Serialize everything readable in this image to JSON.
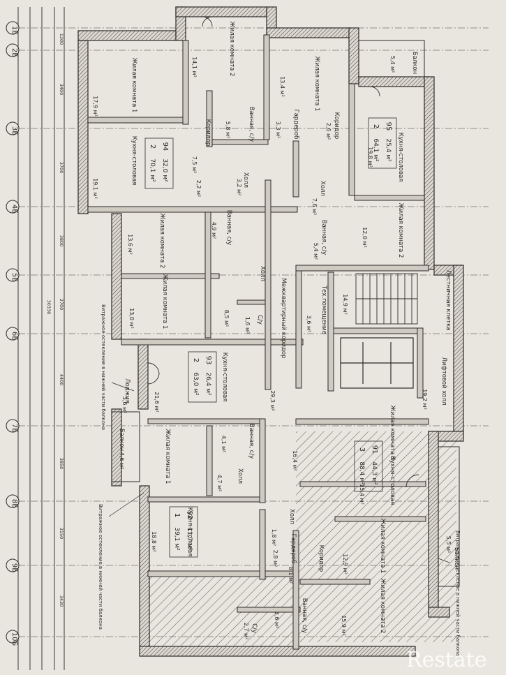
{
  "axes": [
    {
      "id": "ax-1b",
      "label": "1Б"
    },
    {
      "id": "ax-2b",
      "label": "2Б"
    },
    {
      "id": "ax-3b",
      "label": "3Б"
    },
    {
      "id": "ax-4b",
      "label": "4Б"
    },
    {
      "id": "ax-5b",
      "label": "5Б"
    },
    {
      "id": "ax-6b",
      "label": "6Б"
    },
    {
      "id": "ax-7b",
      "label": "7Б"
    },
    {
      "id": "ax-8b",
      "label": "8Б"
    },
    {
      "id": "ax-9b",
      "label": "9Б"
    },
    {
      "id": "ax-10b",
      "label": "10Б"
    }
  ],
  "dimensions": {
    "segments": [
      "1200",
      "3400",
      "3700",
      "3800",
      "2700",
      "4400",
      "3850",
      "3150",
      "3430"
    ],
    "overall": "30330"
  },
  "apartments": [
    {
      "id": "apt-95",
      "number": "95",
      "rooms": "2",
      "living": "25,4 м²",
      "total": "64,1 м²"
    },
    {
      "id": "apt-94",
      "number": "94",
      "rooms": "2",
      "living": "32,0 м²",
      "total": "70,1 м²"
    },
    {
      "id": "apt-93",
      "number": "93",
      "rooms": "2",
      "living": "26,4 м²",
      "total": "63,0 м²"
    },
    {
      "id": "apt-91",
      "number": "91",
      "rooms": "3",
      "living": "44,3 м²",
      "total": "88,4 м²"
    },
    {
      "id": "apt-92",
      "number": "92",
      "rooms": "1",
      "living": "11,7 м²",
      "total": "39,1 м²"
    }
  ],
  "rooms": [
    {
      "id": "r1",
      "label": "Балкон",
      "area": "5,4 м²"
    },
    {
      "id": "r2",
      "label": "Кухня-столовая",
      "area": "19,8 м²"
    },
    {
      "id": "r3",
      "label": "Жилая комната 1",
      "area": "13,4 м²"
    },
    {
      "id": "r4",
      "label": "Жилая комната 2",
      "area": "12,0 м²"
    },
    {
      "id": "r5",
      "label": "Коридор",
      "area": "2,6 м²"
    },
    {
      "id": "r6",
      "label": "Гардероб",
      "area": "3,3 м²"
    },
    {
      "id": "r7",
      "label": "Холл",
      "area": "7,6 м²"
    },
    {
      "id": "r8",
      "label": "Ванная, с/у",
      "area": "5,4 м²"
    },
    {
      "id": "r9",
      "label": "Жилая комната 1",
      "area": "17,9 м²"
    },
    {
      "id": "r10",
      "label": "Жилая комната 2",
      "area": "14,1 м²"
    },
    {
      "id": "r11",
      "label": "Кухня-столовая",
      "area": "19,1 м²"
    },
    {
      "id": "r12",
      "label": "Ванная, с/у",
      "area": "5,8 м²"
    },
    {
      "id": "r13",
      "label": "Коридор",
      "area": "7,5 м²"
    },
    {
      "id": "r14",
      "label": "Холл",
      "area": "3,2 м²"
    },
    {
      "id": "r15",
      "label": "",
      "area": "2,2 м²"
    },
    {
      "id": "r16",
      "label": "Жилая комната 2",
      "area": "13,6 м²"
    },
    {
      "id": "r17",
      "label": "Ванная, с/у",
      "area": "4,9 м²"
    },
    {
      "id": "r18",
      "label": "Жилая комната 1",
      "area": "13,0 м²"
    },
    {
      "id": "r19",
      "label": "Холл",
      "area": "8,5 м²"
    },
    {
      "id": "r20",
      "label": "С/у",
      "area": "1,6 м²"
    },
    {
      "id": "r21",
      "label": "Кухня-столовая",
      "area": "21,6 м²"
    },
    {
      "id": "r22",
      "label": "Лоджия",
      "area": "3,6 м²"
    },
    {
      "id": "r23",
      "label": "Межквартирный коридор",
      "area": "29,3 м²"
    },
    {
      "id": "r24",
      "label": "Тех.помещение",
      "area": "3,6 м²"
    },
    {
      "id": "r25",
      "label": "Лестничная клетка",
      "area": "14,9 м²"
    },
    {
      "id": "r26",
      "label": "Лифтовой холл",
      "area": "19,2 м²"
    },
    {
      "id": "r27",
      "label": "Балкон",
      "area": "4,6 м²"
    },
    {
      "id": "r28",
      "label": "Жилая комната 1",
      "area": ""
    },
    {
      "id": "r29",
      "label": "Ванная, с/у",
      "area": "4,1 м²"
    },
    {
      "id": "r30",
      "label": "Холл",
      "area": "4,7 м²"
    },
    {
      "id": "r31",
      "label": "Кухня-столовая",
      "area": "18,8 м²"
    },
    {
      "id": "r32",
      "label": "Жилая комната 3",
      "area": "16,4 м²"
    },
    {
      "id": "r33",
      "label": "Кухня-столовая",
      "area": "15,4 м²"
    },
    {
      "id": "r34",
      "label": "Жилая комната 1",
      "area": "12,9 м²"
    },
    {
      "id": "r35",
      "label": "Холл",
      "area": "1,8 м²"
    },
    {
      "id": "r36",
      "label": "Гардероб",
      "area": "2,8 м²"
    },
    {
      "id": "r37",
      "label": "Коридор",
      "area": "8,1 м²"
    },
    {
      "id": "r38",
      "label": "Ванная, с/у",
      "area": "3,6 м²"
    },
    {
      "id": "r39",
      "label": "Жилая комната 2",
      "area": "15,9 м²"
    },
    {
      "id": "r40",
      "label": "Балкон",
      "area": "5,5 м²"
    },
    {
      "id": "r41",
      "label": "С/у",
      "area": "2,7 м²"
    }
  ],
  "annotations": {
    "ann1": "Витражное остекление в нижней части балкона",
    "ann2": "Витражное остекление в нижней части балкона",
    "ann3": "Витражное остекление в нижней части балкона"
  },
  "watermark": "Restate",
  "colors": {
    "paper": "#e9e6df",
    "ink": "#2c2a28",
    "hatch": "#6b6864",
    "wall": "#2c2a28"
  }
}
